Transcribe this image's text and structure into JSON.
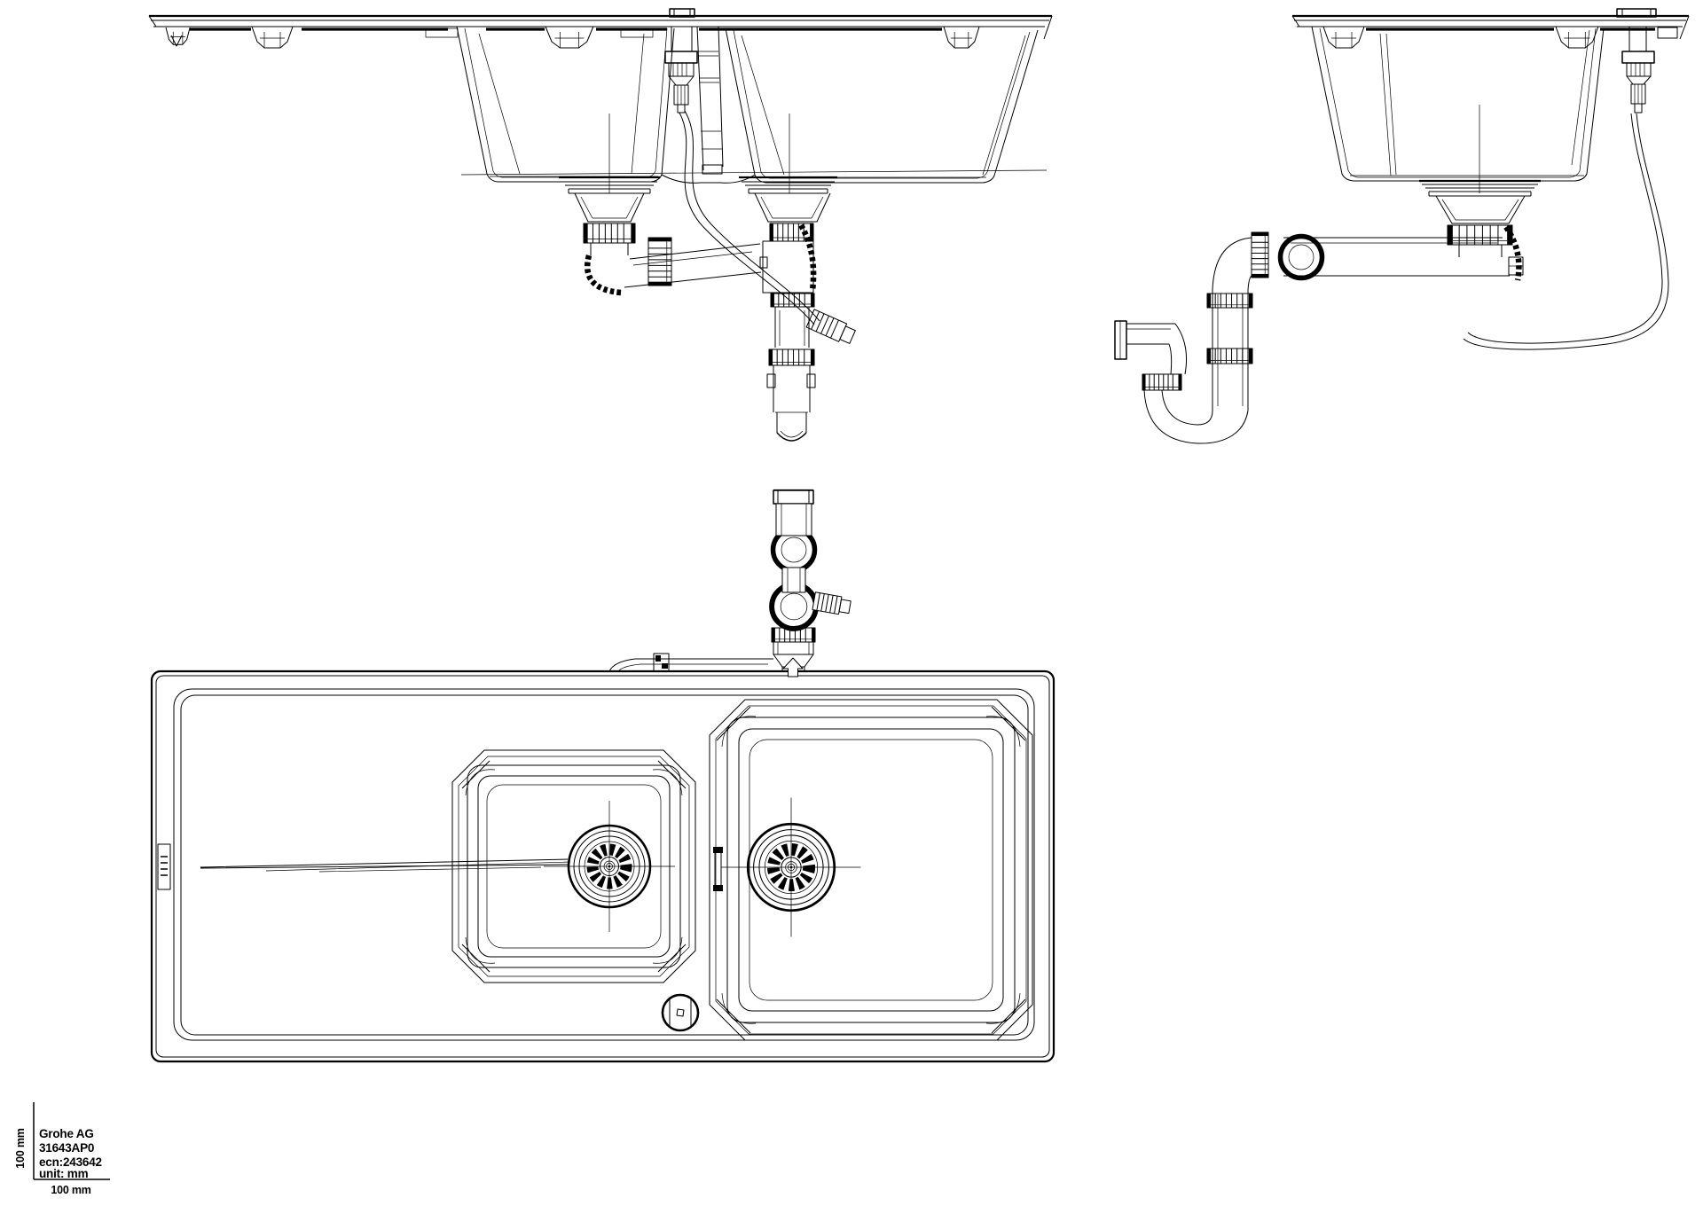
{
  "colors": {
    "background": "#ffffff",
    "line": "#000000"
  },
  "title_block": {
    "manufacturer": "Grohe AG",
    "model": "31643AP0",
    "ecn": "ecn:243642",
    "unit": "unit: mm",
    "scale_vertical_label": "100 mm",
    "scale_horizontal_label": "100 mm"
  }
}
